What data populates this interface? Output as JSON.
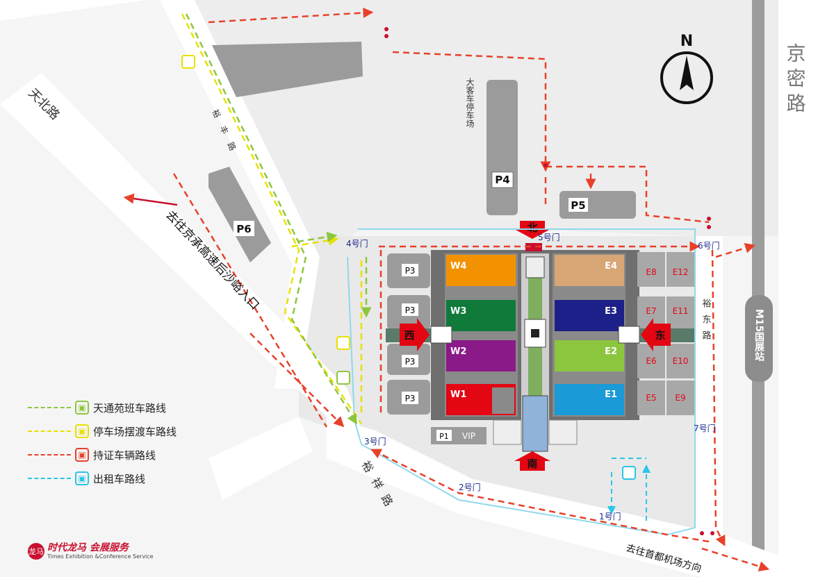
{
  "compass": {
    "label": "N"
  },
  "roads": {
    "jingmi": "京密路",
    "tianbei": "天北路",
    "yufeng": "裕丰路",
    "yudong": "裕东路",
    "yuxiang": "裕祥路"
  },
  "station": {
    "label": "M15国展站"
  },
  "directions": {
    "jingcheng": "去往京承高速后沙峪入口",
    "airport": "去往首都机场方向"
  },
  "parking": {
    "p1": "P1",
    "vip": "VIP",
    "p3": "P3",
    "p4": "P4",
    "p4_label": "大客车停车场",
    "p5": "P5",
    "p6": "P6"
  },
  "gates": {
    "g1": "1号门",
    "g2": "2号门",
    "g3": "3号门",
    "g4": "4号门",
    "g5": "5号门",
    "g6": "6号门",
    "g7": "7号门"
  },
  "entrances": {
    "north": "北",
    "south": "南",
    "east": "东",
    "west": "西"
  },
  "halls": {
    "w1": "W1",
    "w2": "W2",
    "w3": "W3",
    "w4": "W4",
    "e1": "E1",
    "e2": "E2",
    "e3": "E3",
    "e4": "E4",
    "e5": "E5",
    "e6": "E6",
    "e7": "E7",
    "e8": "E8",
    "e9": "E9",
    "e10": "E10",
    "e11": "E11",
    "e12": "E12"
  },
  "hall_colors": {
    "w1": "#e30613",
    "w2": "#8b1a89",
    "w3": "#0f7a3a",
    "w4": "#f39200",
    "e1": "#1a9ad6",
    "e2": "#8cc63f",
    "e3": "#1d2088",
    "e4": "#d8a574"
  },
  "legend": [
    {
      "label": "天通苑班车路线",
      "color": "#8cc63f",
      "icon": "bus-icon"
    },
    {
      "label": "停车场摆渡车路线",
      "color": "#e8e000",
      "icon": "bus-icon"
    },
    {
      "label": "持证车辆路线",
      "color": "#e8402a",
      "icon": "bus-icon"
    },
    {
      "label": "出租车路线",
      "color": "#29c5e6",
      "icon": "bus-icon"
    }
  ],
  "logo": {
    "mark": "龙马",
    "name_cn": "时代龙马 会展服务",
    "name_en": "Times Exhibition &Conference Service"
  }
}
